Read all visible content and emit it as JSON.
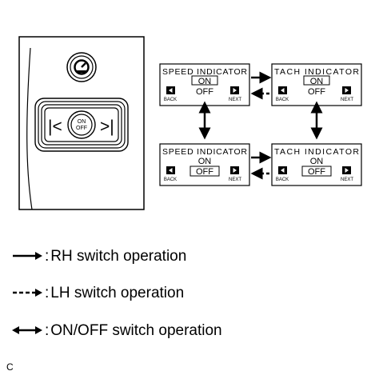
{
  "panel": {
    "button_label_top": "ON",
    "button_label_bottom": "OFF",
    "left_symbol": "|<",
    "right_symbol": ">|"
  },
  "screens": [
    {
      "title": "SPEED INDICATOR",
      "on": "ON",
      "off": "OFF",
      "back": "BACK",
      "next": "NEXT",
      "boxed": "on"
    },
    {
      "title": "TACH INDICATOR",
      "on": "ON",
      "off": "OFF",
      "back": "BACK",
      "next": "NEXT",
      "boxed": "on"
    },
    {
      "title": "SPEED INDICATOR",
      "on": "ON",
      "off": "OFF",
      "back": "BACK",
      "next": "NEXT",
      "boxed": "off"
    },
    {
      "title": "TACH INDICATOR",
      "on": "ON",
      "off": "OFF",
      "back": "BACK",
      "next": "NEXT",
      "boxed": "off"
    }
  ],
  "legend": {
    "rh": "RH switch operation",
    "lh": "LH switch operation",
    "onoff": "ON/OFF switch operation",
    "separator": ":"
  },
  "figure_code": "C",
  "icons": [
    "speedometer-icon",
    "back-button-icon",
    "next-button-icon",
    "solid-arrow-right-icon",
    "dashed-arrow-left-icon",
    "double-arrow-vertical-icon",
    "double-arrow-horizontal-icon"
  ]
}
